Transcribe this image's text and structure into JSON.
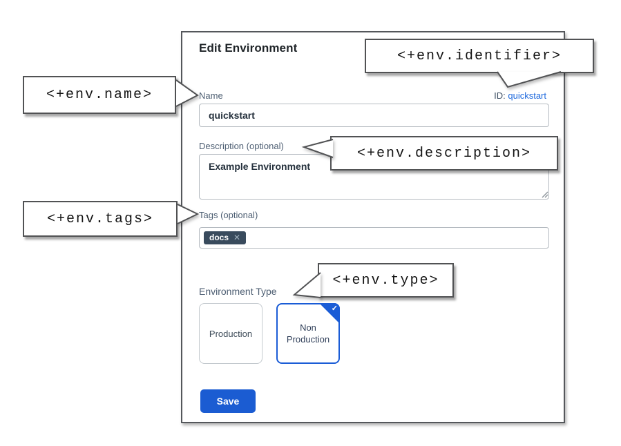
{
  "dialog": {
    "title": "Edit Environment",
    "name_field": {
      "label": "Name",
      "value": "quickstart"
    },
    "id_field": {
      "label": "ID:",
      "value": "quickstart"
    },
    "description_field": {
      "label": "Description (optional)",
      "value": "Example Environment"
    },
    "tags_field": {
      "label": "Tags (optional)",
      "tags": [
        {
          "label": "docs"
        }
      ]
    },
    "environment_type": {
      "label": "Environment Type",
      "options": [
        {
          "label": "Production",
          "selected": false
        },
        {
          "label": "Non Production",
          "selected": true
        }
      ]
    },
    "save_button": "Save"
  },
  "callouts": {
    "name": "<+env.name>",
    "identifier": "<+env.identifier>",
    "description": "<+env.description>",
    "tags": "<+env.tags>",
    "type": "<+env.type>"
  },
  "icons": {
    "check": "✓",
    "remove_tag": "✕"
  },
  "colors": {
    "accent_blue": "#1a5cd6",
    "link_blue": "#1d68dd",
    "tag_chip": "#394b5d",
    "label_slate": "#4d5e72"
  }
}
